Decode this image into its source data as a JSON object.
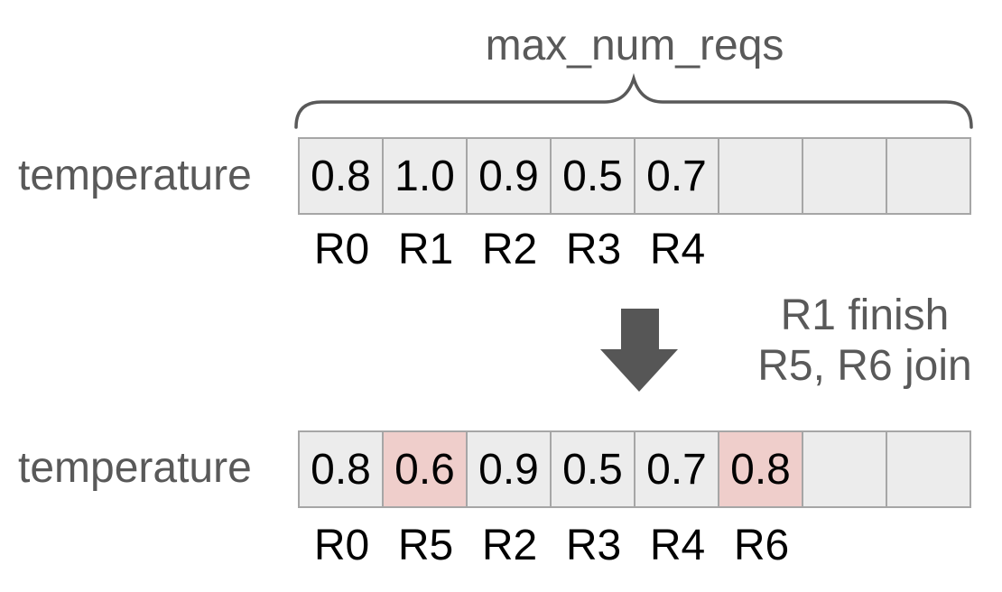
{
  "title": {
    "brace_label": "max_num_reqs"
  },
  "transition": {
    "line1": "R1 finish",
    "line2": "R5, R6 join"
  },
  "rows": {
    "before": {
      "label": "temperature",
      "cells": [
        "0.8",
        "1.0",
        "0.9",
        "0.5",
        "0.7",
        "",
        "",
        ""
      ],
      "ids": [
        "R0",
        "R1",
        "R2",
        "R3",
        "R4",
        "",
        "",
        ""
      ]
    },
    "after": {
      "label": "temperature",
      "cells": [
        "0.8",
        "0.6",
        "0.9",
        "0.5",
        "0.7",
        "0.8",
        "",
        ""
      ],
      "ids": [
        "R0",
        "R5",
        "R2",
        "R3",
        "R4",
        "R6",
        "",
        ""
      ],
      "highlighted_indices": [
        1,
        5
      ]
    }
  },
  "icons": {
    "brace": "curly-brace-top",
    "arrow": "down-block-arrow"
  },
  "colors": {
    "background": "#ffffff",
    "cell_background": "#ececec",
    "cell_border": "#a6a6a6",
    "highlight_pink": "#efcecb",
    "gray_text": "#595959",
    "arrow_fill": "#565656",
    "value_text": "#000000"
  }
}
